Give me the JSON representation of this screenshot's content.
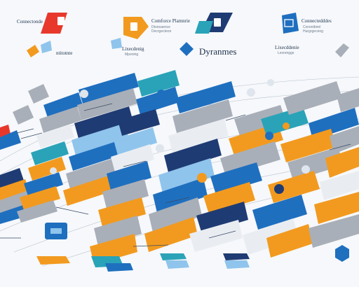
{
  "headers": {
    "h1": {
      "title": "Connectonde",
      "sub": ""
    },
    "h2": {
      "title": "Comforce Plamnrie",
      "sub": "Dtonoaence\nDecrgecteon"
    },
    "h3": {
      "title": "",
      "sub": ""
    },
    "h4": {
      "title": "Connectedddes",
      "sub": "Cxnontbirel\nHurgrgeceng"
    }
  },
  "middle_labels": {
    "left": "ntitotnte",
    "center_small_1": "Lixecdenig",
    "center_small_2": "Mpeoing",
    "center_big": "Dyranmes",
    "right_1": "Lixecddenie",
    "right_2": "Lexrenggs"
  },
  "colors": {
    "navy": "#1f3b73",
    "blue": "#1f6fbf",
    "sky": "#8fc4ec",
    "teal": "#2aa3b8",
    "orange": "#f29a1f",
    "gray": "#a9afb8",
    "red": "#e8382c",
    "ink": "#1f3450"
  },
  "icons": [
    "document-icon",
    "puzzle-icon",
    "chat-bubble-icon",
    "cube-icon",
    "laptop-icon",
    "gear-icon"
  ]
}
